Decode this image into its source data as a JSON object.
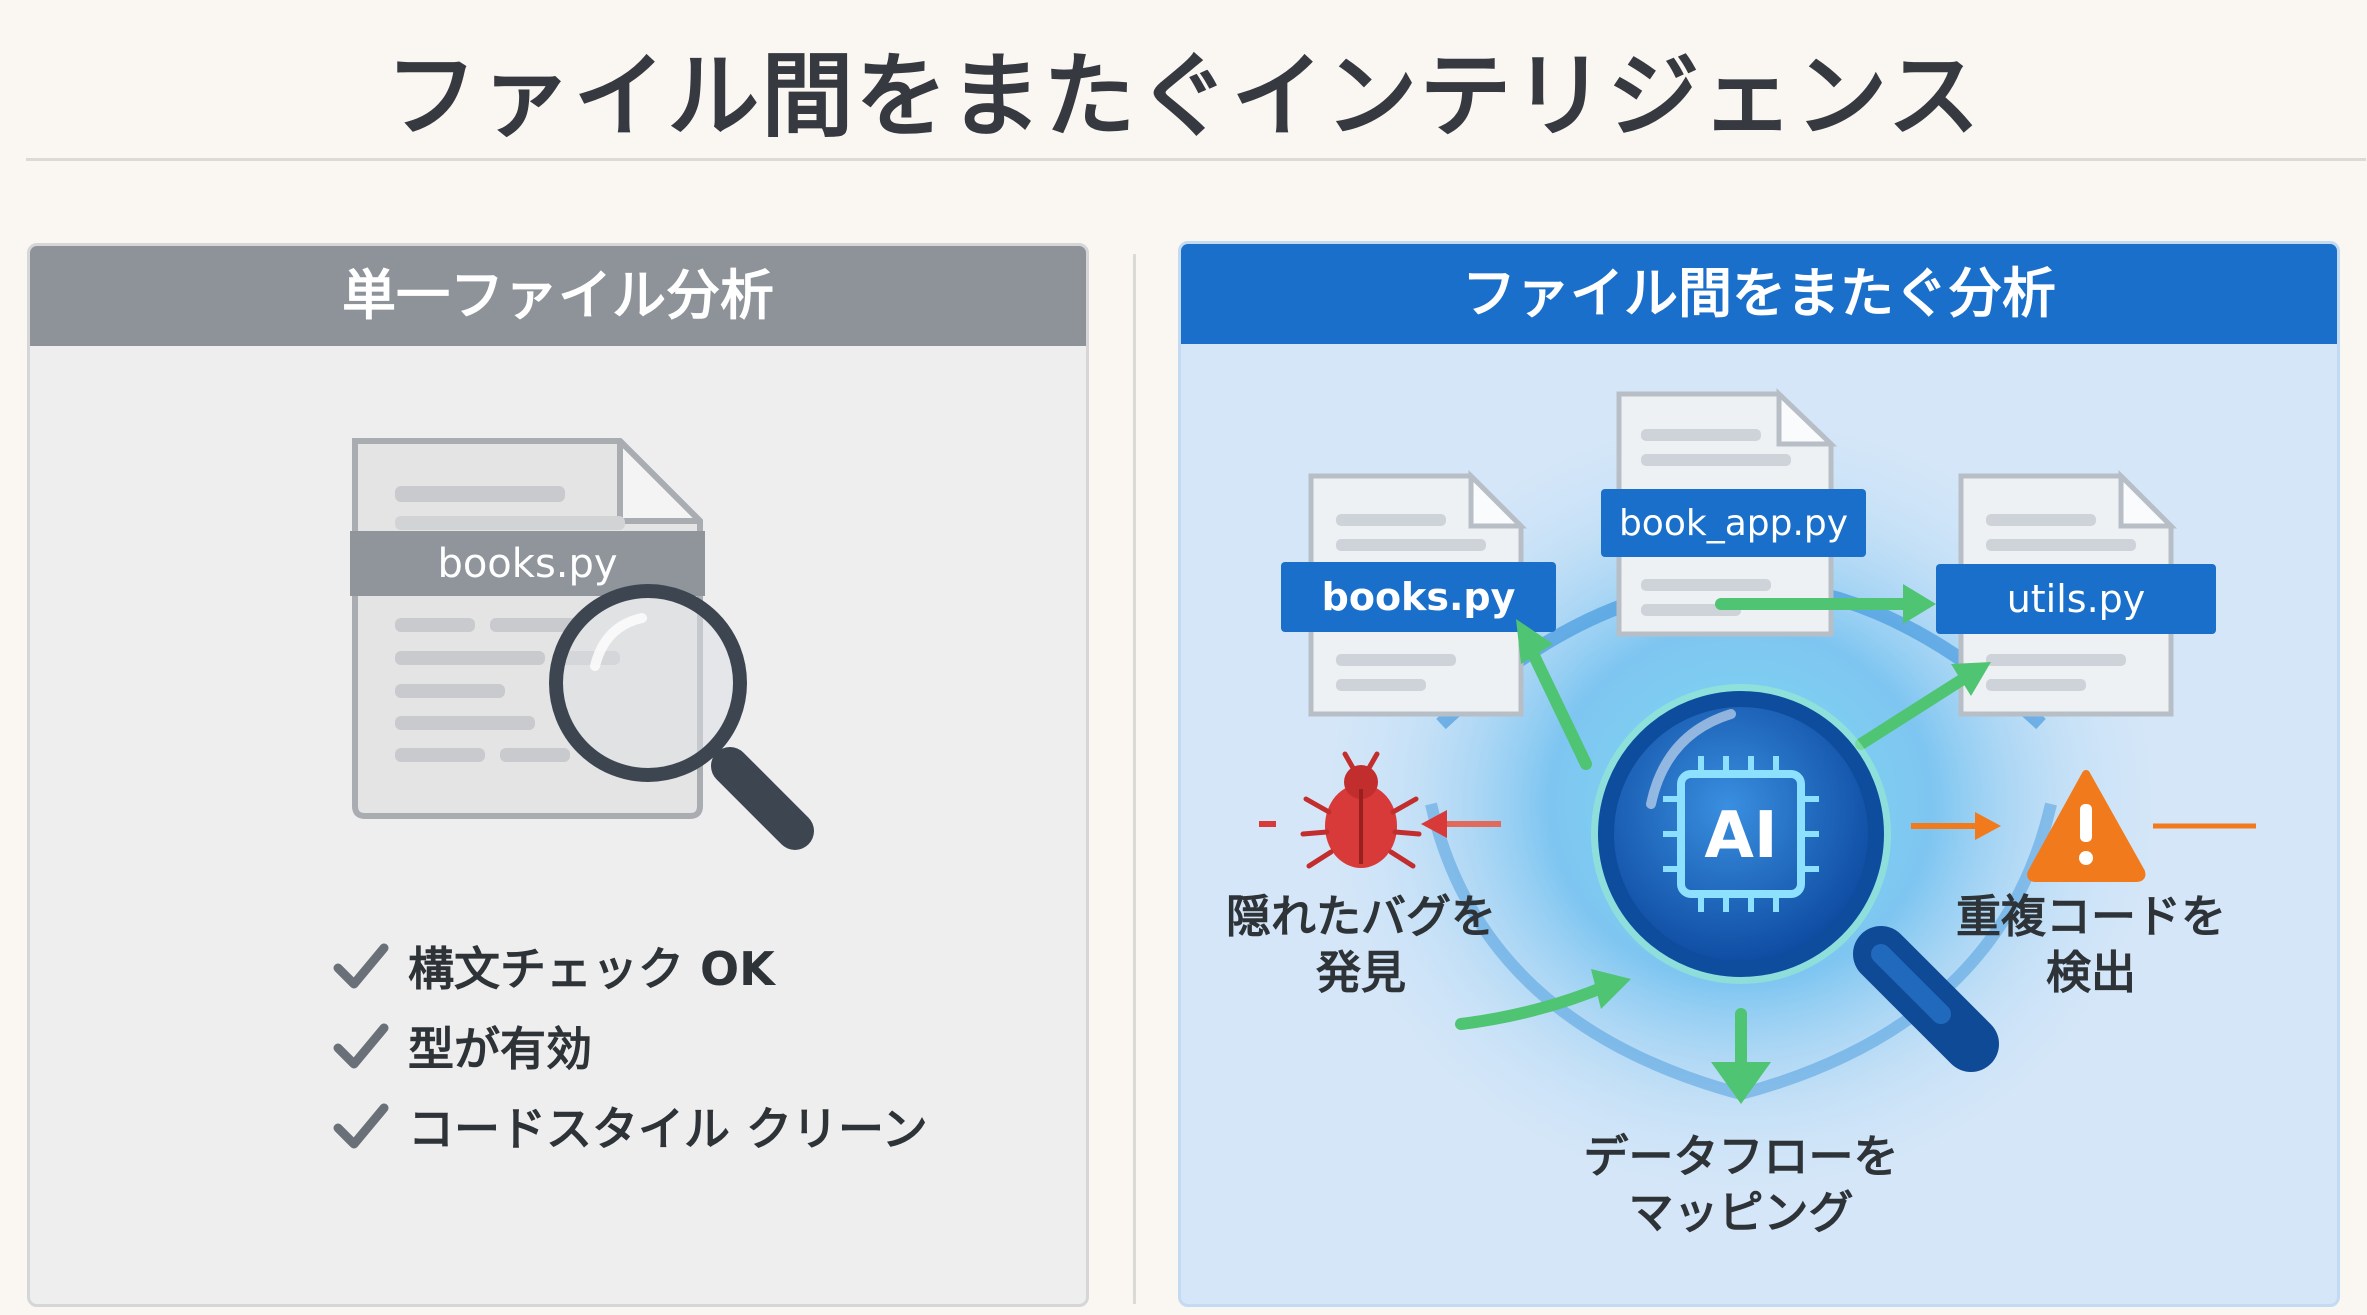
{
  "title": "ファイル間をまたぐインテリジェンス",
  "left": {
    "header": "単一ファイル分析",
    "file_label": "books.py",
    "checks": [
      "構文チェック OK",
      "型が有効",
      "コードスタイル クリーン"
    ]
  },
  "right": {
    "header": "ファイル間をまたぐ分析",
    "files": [
      "books.py",
      "book_app.py",
      "utils.py"
    ],
    "ai_label": "AI",
    "findings": {
      "bug": [
        "隠れたバグを",
        "発見"
      ],
      "duplicate": [
        "重複コードを",
        "検出"
      ],
      "dataflow": [
        "データフローを",
        "マッピング"
      ]
    }
  },
  "colors": {
    "accent_blue": "#1a6fca",
    "gray_header": "#8d9399",
    "bug_red": "#d83a3a",
    "warning_orange": "#f07a1c",
    "arrow_green": "#4fc472"
  }
}
